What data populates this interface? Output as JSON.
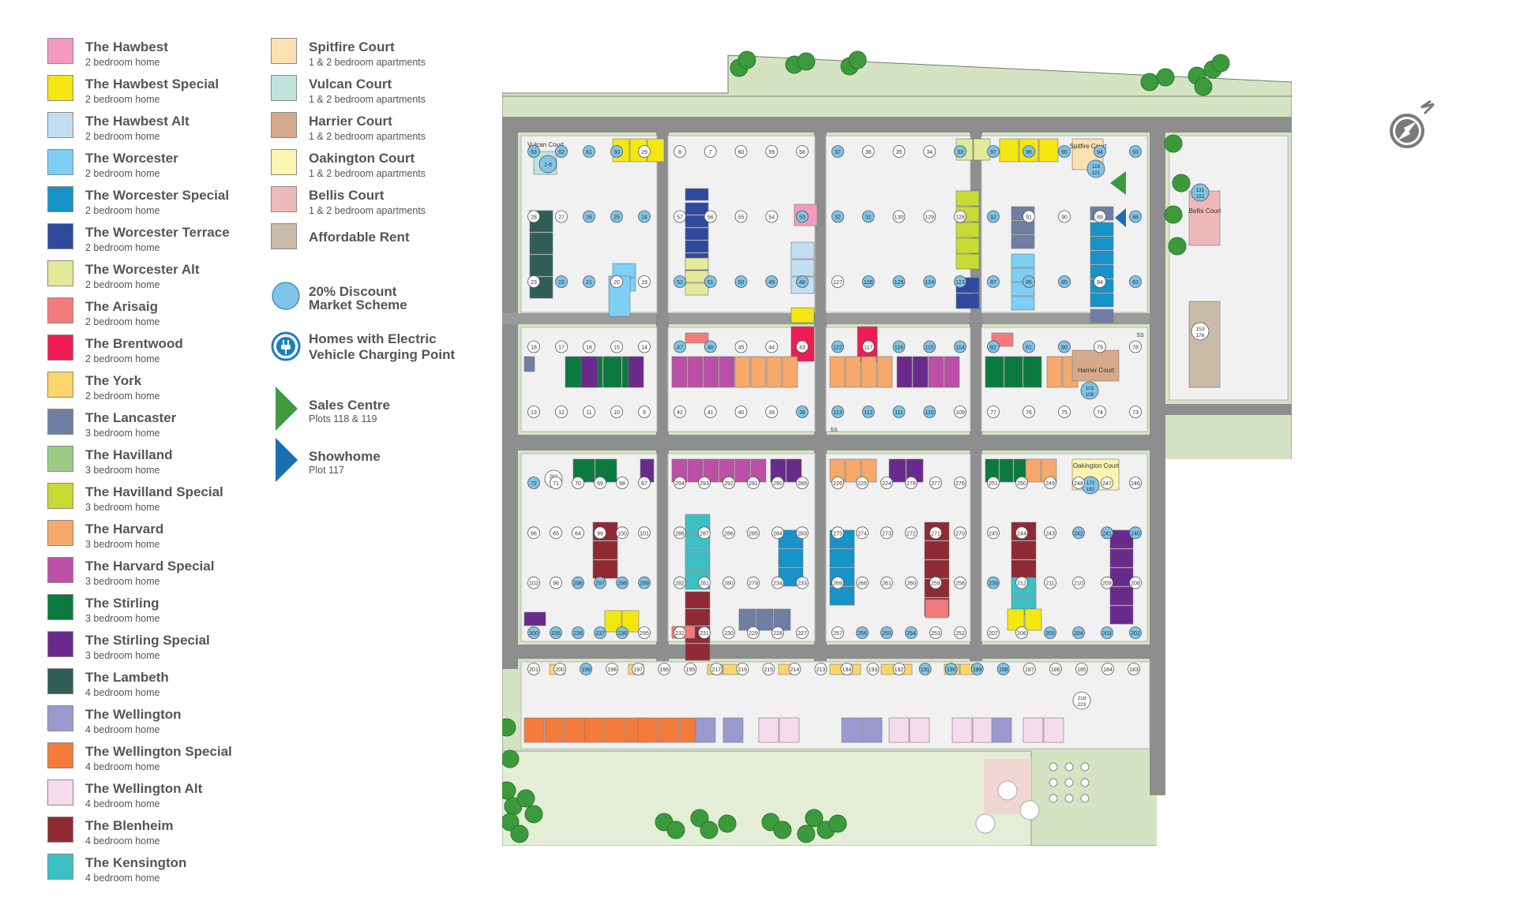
{
  "legend_col1": [
    {
      "name": "The Hawbest",
      "desc": "2 bedroom home",
      "color": "#f49ac1"
    },
    {
      "name": "The Hawbest Special",
      "desc": "2 bedroom home",
      "color": "#f4e711"
    },
    {
      "name": "The Hawbest Alt",
      "desc": "2 bedroom home",
      "color": "#c2def3"
    },
    {
      "name": "The Worcester",
      "desc": "2 bedroom home",
      "color": "#7dcff5"
    },
    {
      "name": "The Worcester Special",
      "desc": "2 bedroom home",
      "color": "#1693c8"
    },
    {
      "name": "The Worcester Terrace",
      "desc": "2 bedroom home",
      "color": "#2e4a9e"
    },
    {
      "name": "The Worcester Alt",
      "desc": "2 bedroom home",
      "color": "#e3ea9a"
    },
    {
      "name": "The Arisaig",
      "desc": "2 bedroom home",
      "color": "#f47b7b"
    },
    {
      "name": "The Brentwood",
      "desc": "2 bedroom home",
      "color": "#ee1c52"
    },
    {
      "name": "The York",
      "desc": "2 bedroom home",
      "color": "#fdd56a"
    },
    {
      "name": "The Lancaster",
      "desc": "3 bedroom home",
      "color": "#6f7fa3"
    },
    {
      "name": "The Havilland",
      "desc": "3 bedroom home",
      "color": "#9ccc84"
    },
    {
      "name": "The Havilland Special",
      "desc": "3 bedroom home",
      "color": "#c6db33"
    },
    {
      "name": "The Harvard",
      "desc": "3 bedroom home",
      "color": "#f6a96a"
    },
    {
      "name": "The Harvard Special",
      "desc": "3 bedroom home",
      "color": "#bc4fa6"
    },
    {
      "name": "The Stirling",
      "desc": "3 bedroom home",
      "color": "#0b7a3e"
    },
    {
      "name": "The Stirling Special",
      "desc": "3 bedroom home",
      "color": "#6a2a8c"
    },
    {
      "name": "The Lambeth",
      "desc": "4 bedroom home",
      "color": "#2f5e55"
    },
    {
      "name": "The Wellington",
      "desc": "4 bedroom home",
      "color": "#9a9ad0"
    },
    {
      "name": "The Wellington Special",
      "desc": "4 bedroom home",
      "color": "#f47b3a"
    },
    {
      "name": "The Wellington Alt",
      "desc": "4 bedroom home",
      "color": "#f6dcea"
    },
    {
      "name": "The Blenheim",
      "desc": "4 bedroom home",
      "color": "#8f2a35"
    },
    {
      "name": "The Kensington",
      "desc": "4 bedroom home",
      "color": "#3cc0c4"
    }
  ],
  "legend_col2": [
    {
      "name": "Spitfire Court",
      "desc": "1 & 2 bedroom apartments",
      "color": "#fbe0b0"
    },
    {
      "name": "Vulcan Court",
      "desc": "1 & 2 bedroom apartments",
      "color": "#bfe3db"
    },
    {
      "name": "Harrier Court",
      "desc": "1 & 2 bedroom apartments",
      "color": "#d6a98a"
    },
    {
      "name": "Oakington Court",
      "desc": "1 & 2 bedroom apartments",
      "color": "#fdf4b0"
    },
    {
      "name": "Bellis Court",
      "desc": "1 & 2 bedroom apartments",
      "color": "#eeb8b8"
    },
    {
      "name": "Affordable Rent",
      "desc": "",
      "color": "#c8bca8"
    }
  ],
  "discount": {
    "line1": "20% Discount",
    "line2": "Market Scheme",
    "color": "#7fc4e8"
  },
  "ev": {
    "line1": "Homes with Electric",
    "line2": "Vehicle Charging Point",
    "color": "#1a7fc2"
  },
  "sales": {
    "title": "Sales Centre",
    "desc": "Plots 118 & 119",
    "color": "#3f9a3f"
  },
  "showhome": {
    "title": "Showhome",
    "desc": "Plot 117",
    "color": "#1a6fb0"
  },
  "map": {
    "courts": [
      "Vulcan Court",
      "Spitfire Court",
      "Bellis Court",
      "Harrier Court",
      "Oakington Court"
    ],
    "court_plots": [
      "1-6",
      "118 121",
      "131 152",
      "153 176",
      "103 108",
      "172 182",
      "262 267",
      "218 223"
    ],
    "road_labels": [
      "SS"
    ],
    "plots": [
      "63",
      "62",
      "61",
      "30",
      "29",
      "28",
      "27",
      "26",
      "25",
      "24",
      "23",
      "22",
      "21",
      "20",
      "19",
      "18",
      "17",
      "16",
      "15",
      "14",
      "13",
      "12",
      "11",
      "10",
      "9",
      "8",
      "7",
      "60",
      "59",
      "58",
      "57",
      "56",
      "55",
      "54",
      "53",
      "52",
      "51",
      "50",
      "49",
      "48",
      "47",
      "46",
      "45",
      "44",
      "43",
      "42",
      "41",
      "40",
      "39",
      "38",
      "37",
      "36",
      "35",
      "34",
      "33",
      "32",
      "31",
      "130",
      "129",
      "128",
      "127",
      "126",
      "125",
      "124",
      "123",
      "122",
      "117",
      "116",
      "115",
      "114",
      "113",
      "112",
      "111",
      "110",
      "109",
      "97",
      "96",
      "95",
      "94",
      "93",
      "92",
      "91",
      "90",
      "89",
      "88",
      "87",
      "86",
      "85",
      "84",
      "83",
      "82",
      "81",
      "80",
      "79",
      "78",
      "77",
      "76",
      "75",
      "74",
      "73",
      "72",
      "71",
      "70",
      "69",
      "68",
      "67",
      "66",
      "65",
      "64",
      "99",
      "100",
      "101",
      "102",
      "98",
      "296",
      "297",
      "298",
      "299",
      "300",
      "235",
      "236",
      "237",
      "238",
      "295",
      "294",
      "293",
      "292",
      "291",
      "290",
      "289",
      "288",
      "287",
      "286",
      "285",
      "284",
      "283",
      "282",
      "281",
      "280",
      "279",
      "234",
      "233",
      "232",
      "231",
      "230",
      "229",
      "228",
      "227",
      "226",
      "225",
      "224",
      "278",
      "277",
      "276",
      "275",
      "274",
      "273",
      "272",
      "271",
      "270",
      "269",
      "268",
      "261",
      "260",
      "259",
      "258",
      "257",
      "256",
      "255",
      "254",
      "253",
      "252",
      "251",
      "250",
      "249",
      "248",
      "247",
      "246",
      "245",
      "244",
      "243",
      "242",
      "241",
      "240",
      "239",
      "212",
      "211",
      "210",
      "209",
      "208",
      "207",
      "206",
      "205",
      "204",
      "203",
      "202",
      "201",
      "200",
      "199",
      "198",
      "197",
      "196",
      "195",
      "217",
      "216",
      "215",
      "214",
      "213",
      "194",
      "193",
      "192",
      "191",
      "190",
      "189",
      "188",
      "187",
      "186",
      "185",
      "184",
      "183"
    ]
  }
}
